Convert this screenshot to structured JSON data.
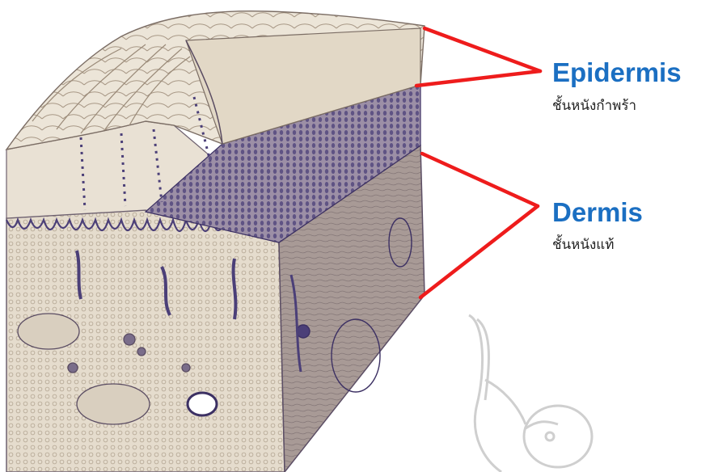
{
  "labels": {
    "epidermis": {
      "title": "Epidermis",
      "subtitle": "ชั้นหนังกำพร้า"
    },
    "dermis": {
      "title": "Dermis",
      "subtitle": "ชั้นหนังแท้"
    }
  },
  "colors": {
    "label_blue": "#1b6fc2",
    "pointer_red": "#ee1c1c",
    "tissue_light": "#e4dccd",
    "tissue_mid": "#cbbfad",
    "tissue_dark": "#8a7f97",
    "stain_purple": "#4b3f78"
  },
  "illustration": {
    "subject": "skin-tissue-block",
    "watermark": "mascot-watermark"
  }
}
